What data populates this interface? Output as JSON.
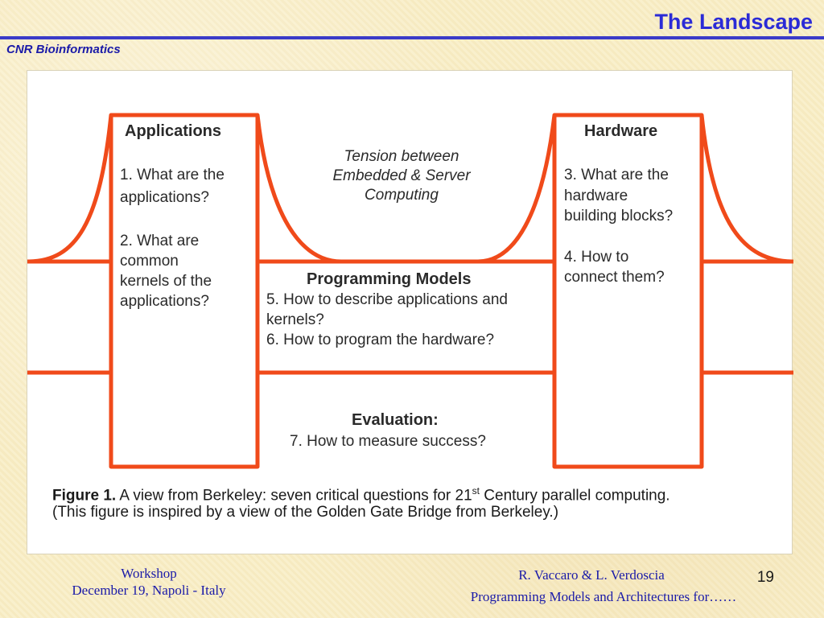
{
  "header": {
    "title": "The Landscape",
    "organization": "CNR Bioinformatics"
  },
  "diagram": {
    "applications": {
      "heading": "Applications",
      "lines": [
        "1. What are the",
        "applications?",
        "",
        "2. What are",
        "common",
        "kernels of the",
        "applications?"
      ]
    },
    "hardware": {
      "heading": "Hardware",
      "lines": [
        "3. What are the",
        "hardware",
        "building blocks?",
        "",
        "4. How to",
        "connect them?"
      ]
    },
    "tension": {
      "lines": [
        "Tension between",
        "Embedded & Server",
        "Computing"
      ]
    },
    "programming": {
      "heading": "Programming Models",
      "lines": [
        "5. How to describe applications and",
        "kernels?",
        "6. How to program the hardware?"
      ]
    },
    "evaluation": {
      "heading": "Evaluation:",
      "line": "7. How to measure success?"
    },
    "caption": {
      "label": "Figure 1.",
      "line1_text": "A view from Berkeley: seven critical questions for 21",
      "superscript": "st",
      "line1_end": "Century parallel computing.",
      "line2": "(This figure is inspired by a view of the Golden Gate Bridge from Berkeley.)"
    },
    "colors": {
      "line": "#f04a1a",
      "text": "#2a2a2a"
    }
  },
  "footer": {
    "left_line1": "Workshop",
    "left_line2": "December 19, Napoli - Italy",
    "right_line1": "R. Vaccaro & L. Verdoscia",
    "right_line2": "Programming Models and Architectures for……",
    "page_number": "19"
  }
}
